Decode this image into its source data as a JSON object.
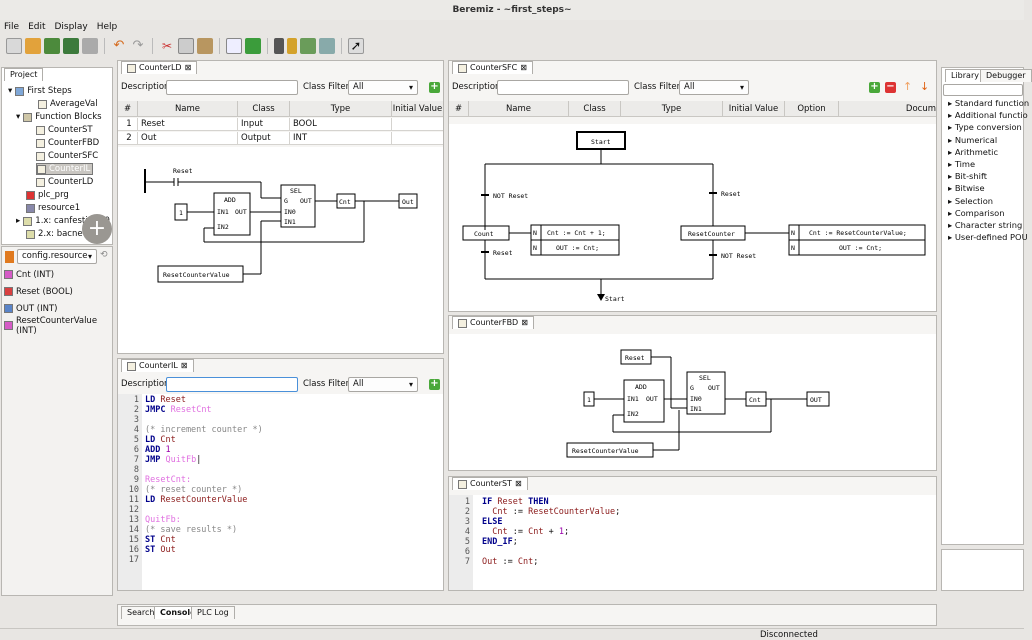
{
  "window": {
    "title": "Beremiz - ~first_steps~"
  },
  "menu": [
    "File",
    "Edit",
    "Display",
    "Help"
  ],
  "project": {
    "tab": "Project",
    "tree": [
      "First Steps",
      "AverageVal",
      "Function Blocks",
      "CounterST",
      "CounterFBD",
      "CounterSFC",
      "CounterIL",
      "CounterLD",
      "plc_prg",
      "resource1",
      "1.x: canfestival_0",
      "2.x: bacnet_0"
    ]
  },
  "config": {
    "selected": "config.resource",
    "vars": [
      "Cnt (INT)",
      "Reset (BOOL)",
      "OUT (INT)",
      "ResetCounterValue (INT)"
    ]
  },
  "counterld": {
    "tab": "CounterLD",
    "desc_label": "Description:",
    "filter_label": "Class Filter:",
    "filter_value": "All",
    "headers": [
      "#",
      "Name",
      "Class",
      "Type",
      "Initial Value"
    ],
    "rows": [
      [
        "1",
        "Reset",
        "Input",
        "BOOL",
        ""
      ],
      [
        "2",
        "Out",
        "Output",
        "INT",
        ""
      ]
    ],
    "diagram": {
      "reset": "Reset",
      "add": "ADD",
      "in1": "IN1",
      "out": "OUT",
      "in2": "IN2",
      "sel": "SEL",
      "g": "G",
      "in0": "IN0",
      "sel_in1": "IN1",
      "sel_out": "OUT",
      "one": "1",
      "cnt": "Cnt",
      "outvar": "Out",
      "rcv": "ResetCounterValue"
    }
  },
  "countersfc": {
    "tab": "CounterSFC",
    "desc_label": "Description:",
    "filter_label": "Class Filter:",
    "filter_value": "All",
    "headers": [
      "#",
      "Name",
      "Class",
      "Type",
      "Initial Value",
      "Option",
      "Docum"
    ],
    "diagram": {
      "start": "Start",
      "not_reset": "NOT Reset",
      "reset": "Reset",
      "count": "Count",
      "reset_counter": "ResetCounter",
      "n": "N",
      "act1": "Cnt := Cnt + 1;",
      "act2": "OUT := Cnt;",
      "act3": "Cnt := ResetCounterValue;",
      "act4": "OUT := Cnt;",
      "reset2": "Reset",
      "not_reset2": "NOT Reset",
      "jump": "Start"
    }
  },
  "counteril": {
    "tab": "CounterIL",
    "desc_label": "Description:",
    "filter_label": "Class Filter:",
    "filter_value": "All",
    "lines": [
      "1",
      "2",
      "3",
      "4",
      "5",
      "6",
      "7",
      "8",
      "9",
      "10",
      "11",
      "12",
      "13",
      "14",
      "15",
      "16",
      "17"
    ]
  },
  "counterfbd": {
    "tab": "CounterFBD",
    "diagram": {
      "reset": "Reset",
      "add": "ADD",
      "in1": "IN1",
      "out": "OUT",
      "in2": "IN2",
      "sel": "SEL",
      "g": "G",
      "in0": "IN0",
      "sel_in1": "IN1",
      "sel_out": "OUT",
      "one": "1",
      "cnt": "Cnt",
      "outvar": "OUT",
      "rcv": "ResetCounterValue"
    }
  },
  "counterst": {
    "tab": "CounterST",
    "lines": [
      "1",
      "2",
      "3",
      "4",
      "5",
      "6",
      "7"
    ]
  },
  "library": {
    "tabs": [
      "Library",
      "Debugger"
    ],
    "items": [
      "Standard function",
      "Additional functio",
      "Type conversion",
      "Numerical",
      "Arithmetic",
      "Time",
      "Bit-shift",
      "Bitwise",
      "Selection",
      "Comparison",
      "Character string",
      "User-defined POU"
    ]
  },
  "bottom": {
    "tabs": [
      "Search",
      "Console",
      "PLC Log"
    ]
  },
  "status": {
    "text": "Disconnected"
  }
}
